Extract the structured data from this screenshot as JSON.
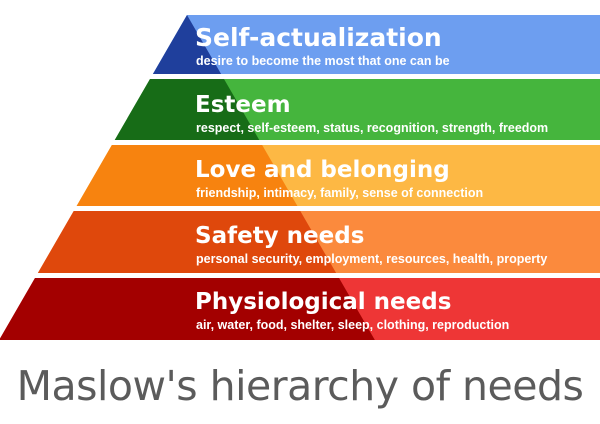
{
  "title": "Maslow's hierarchy of needs",
  "levels": [
    {
      "name": "Self-actualization",
      "description": "desire to become the most that one can be",
      "dark": "#1f3f9c",
      "light": "#6d9ef0"
    },
    {
      "name": "Esteem",
      "description": "respect, self-esteem, status, recognition, strength, freedom",
      "dark": "#176c17",
      "light": "#45b53d"
    },
    {
      "name": "Love and belonging",
      "description": "friendship, intimacy, family, sense of connection",
      "dark": "#f7830f",
      "light": "#fdb844"
    },
    {
      "name": "Safety needs",
      "description": "personal security, employment, resources, health, property",
      "dark": "#df480c",
      "light": "#fb8a3d"
    },
    {
      "name": "Physiological needs",
      "description": "air, water, food, shelter, sleep, clothing, reproduction",
      "dark": "#a30000",
      "light": "#ee3636"
    }
  ]
}
